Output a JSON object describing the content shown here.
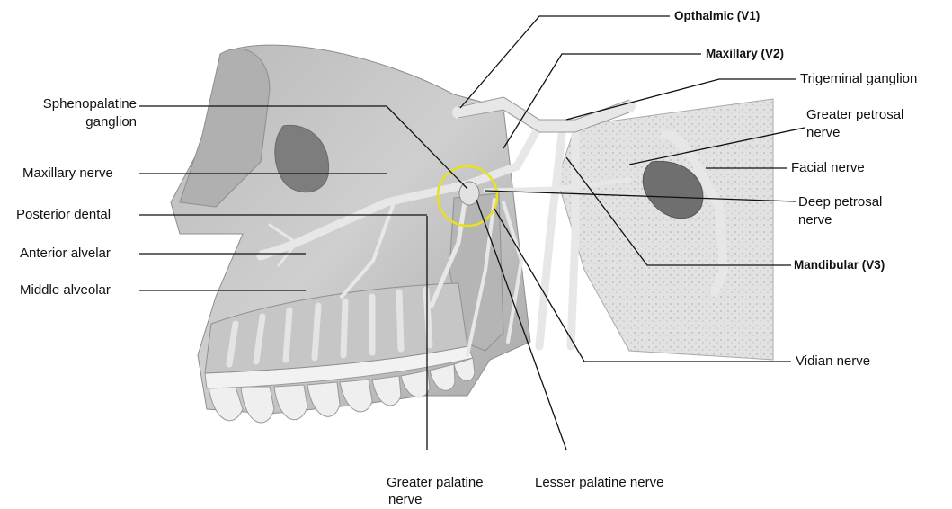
{
  "labels": {
    "opthalmic": "Opthalmic (V1)",
    "maxillary_v2": "Maxillary (V2)",
    "trigeminal_ganglion": "Trigeminal ganglion",
    "greater_petrosal_1": "Greater petrosal",
    "greater_petrosal_2": "nerve",
    "facial_nerve": "Facial nerve",
    "deep_petrosal_1": "Deep petrosal",
    "deep_petrosal_2": "nerve",
    "mandibular": "Mandibular (V3)",
    "vidian": "Vidian nerve",
    "sphenopalatine_1": "Sphenopalatine",
    "sphenopalatine_2": "ganglion",
    "maxillary_nerve": "Maxillary nerve",
    "posterior_dental": "Posterior dental",
    "anterior_alvelar": "Anterior alvelar",
    "middle_alveolar": "Middle alveolar",
    "greater_palatine_1": "Greater palatine",
    "greater_palatine_2": "nerve",
    "lesser_palatine": "Lesser palatine nerve"
  },
  "colors": {
    "tissue": "#c9c9c9",
    "tissue_dark": "#9d9d9d",
    "nerve": "#e6e6e6",
    "bone": "#d8d8d8",
    "highlight_ring": "#e8e020",
    "leader": "#111111"
  }
}
